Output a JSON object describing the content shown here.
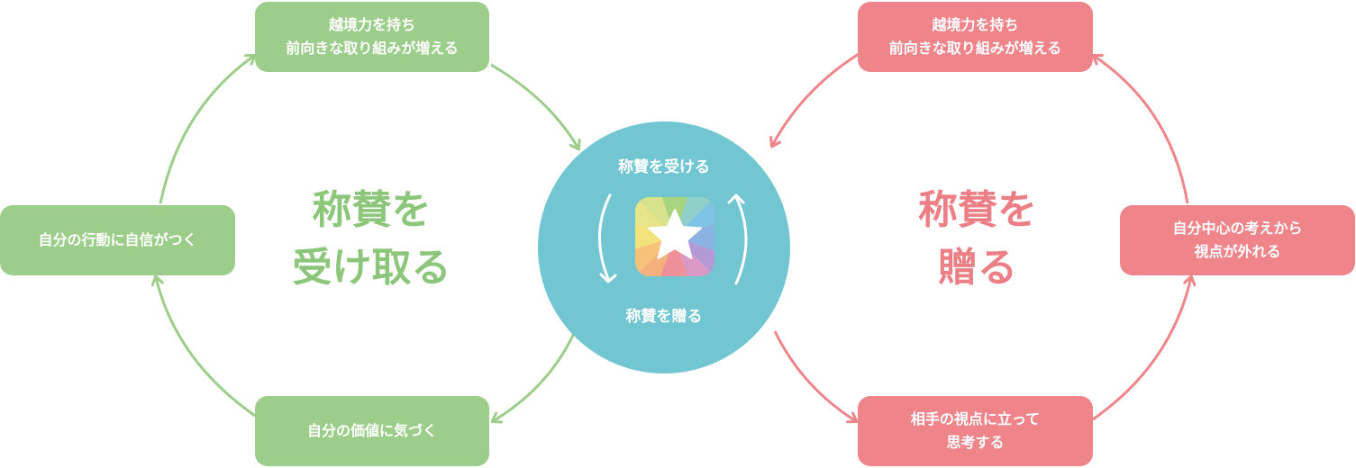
{
  "colors": {
    "green": "#9ccd8a",
    "pink": "#ef848b",
    "teal": "#72c6d1",
    "green_text": "#8cc67a",
    "pink_text": "#ec7f86"
  },
  "left_cycle": {
    "center_title": [
      "称賛を",
      "受け取る"
    ],
    "top_box": [
      "越境力を持ち",
      "前向きな取り組みが増える"
    ],
    "left_box": [
      "自分の行動に自信がつく"
    ],
    "bottom_box": [
      "自分の価値に気づく"
    ]
  },
  "right_cycle": {
    "center_title": [
      "称賛を",
      "贈る"
    ],
    "top_box": [
      "越境力を持ち",
      "前向きな取り組みが増える"
    ],
    "right_box": [
      "自分中心の考えから",
      "視点が外れる"
    ],
    "bottom_box": [
      "相手の視点に立って",
      "思考する"
    ]
  },
  "center_circle": {
    "top_label": "称賛を受ける",
    "bottom_label": "称賛を贈る",
    "icon": "star-app-icon"
  }
}
